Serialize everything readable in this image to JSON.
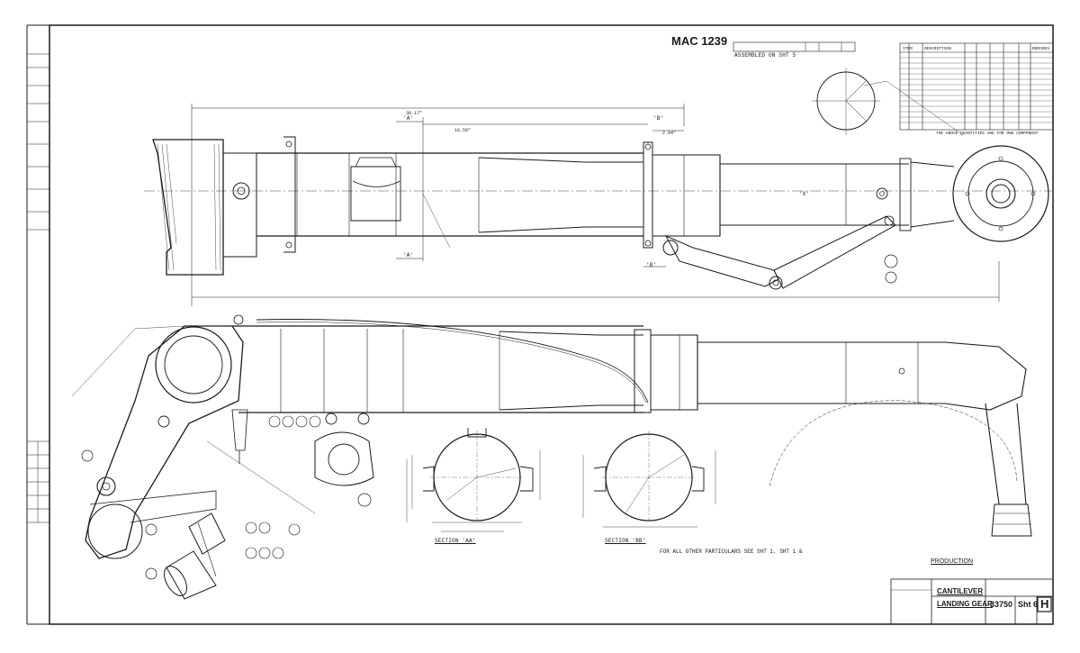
{
  "drawing": {
    "number": "MAC 1239",
    "assembled_note": "ASSEMBLED ON SHT 5",
    "production_label": "PRODUCTION",
    "title_line1": "CANTILEVER",
    "title_line2": "LANDING GEAR",
    "part_number": "33750",
    "sheet": "Sht 6",
    "revision": "H"
  },
  "views": {
    "section_a": "SECTION 'AA'",
    "section_b": "SECTION 'BB'",
    "label_a": "'A'",
    "label_b": "'B'",
    "label_x": "'X'"
  },
  "notes": {
    "mac_ref": "FOR ALL OTHER PARTICULARS SEE SHT 1. SHT 1 &",
    "dim_overall": "38.17\"",
    "dim_sub": "18.50\"",
    "dim_small": "2.94\""
  },
  "colors": {
    "ink": "#1a1a1a",
    "paper": "#ffffff"
  }
}
